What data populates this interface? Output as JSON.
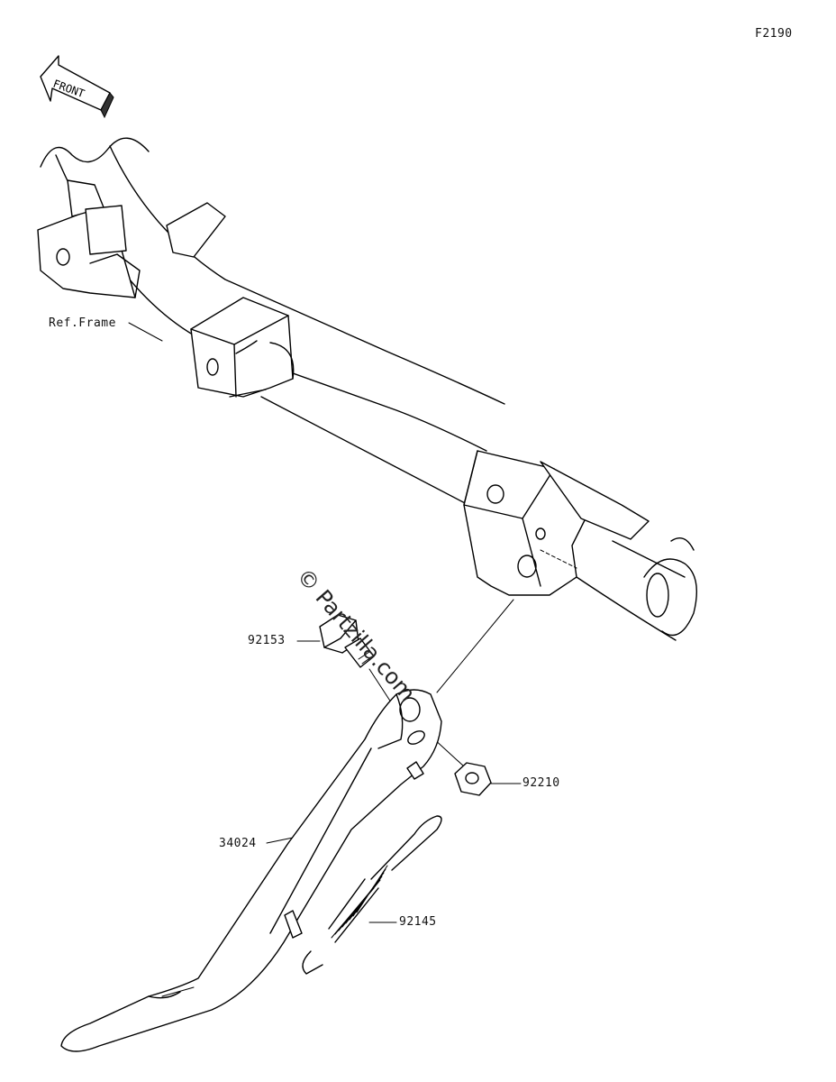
{
  "figure_code": "F2190",
  "front_arrow": {
    "label": "FRONT",
    "icon": "front-direction-arrow-icon"
  },
  "watermark": "© Partzilla.com",
  "callouts": [
    {
      "part_number": "Ref.Frame"
    },
    {
      "part_number": "92153"
    },
    {
      "part_number": "92210"
    },
    {
      "part_number": "34024"
    },
    {
      "part_number": "92145"
    }
  ]
}
